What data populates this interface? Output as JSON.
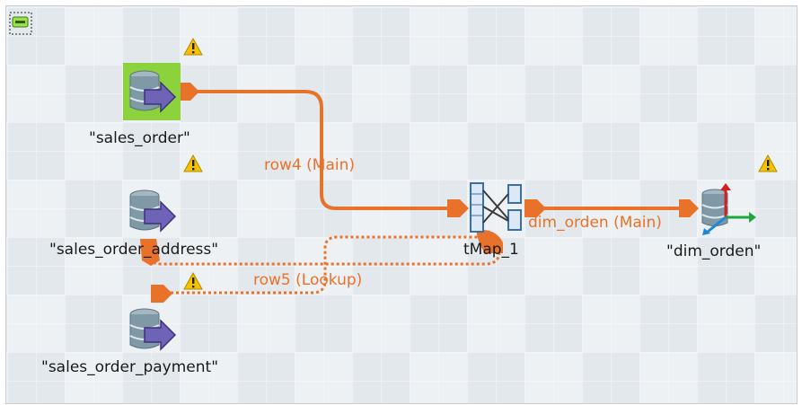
{
  "components": {
    "sales_order": {
      "label": "\"sales_order\""
    },
    "sales_order_address": {
      "label": "\"sales_order_address\""
    },
    "sales_order_payment": {
      "label": "\"sales_order_payment\""
    },
    "tmap": {
      "label": "tMap_1"
    },
    "dim_orden": {
      "label": "\"dim_orden\""
    }
  },
  "links": {
    "row4": "row4 (Main)",
    "row5": "row5 (Lookup)",
    "dim_orden": "dim_orden (Main)"
  },
  "colors": {
    "link": "#e8722a",
    "db_body": "#7f9aa6",
    "arrow": "#6f63b8",
    "selected_bg": "#8cd23c",
    "warning": "#f6c200"
  }
}
